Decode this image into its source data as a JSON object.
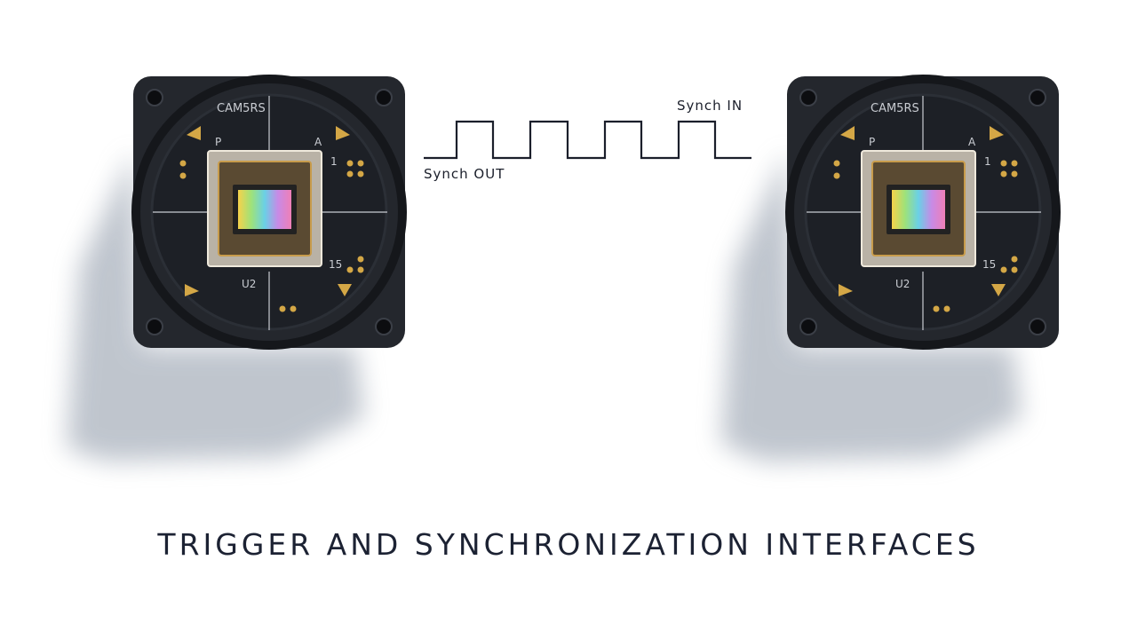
{
  "caption": "TRIGGER AND SYNCHRONIZATION INTERFACES",
  "signal": {
    "out_label": "Synch OUT",
    "in_label": "Synch IN"
  },
  "camera_left": {
    "model": "CAM5RS",
    "labels": {
      "p": "P",
      "a": "A",
      "one": "1",
      "fifteen": "15",
      "u2": "U2"
    }
  },
  "camera_right": {
    "model": "CAM5RS",
    "labels": {
      "p": "P",
      "a": "A",
      "one": "1",
      "fifteen": "15",
      "u2": "U2"
    }
  },
  "colors": {
    "body": "#24272d",
    "board": "#1d2026",
    "gold": "#d4a746",
    "text": "#1c2233",
    "shadow": "#8b96a6"
  }
}
